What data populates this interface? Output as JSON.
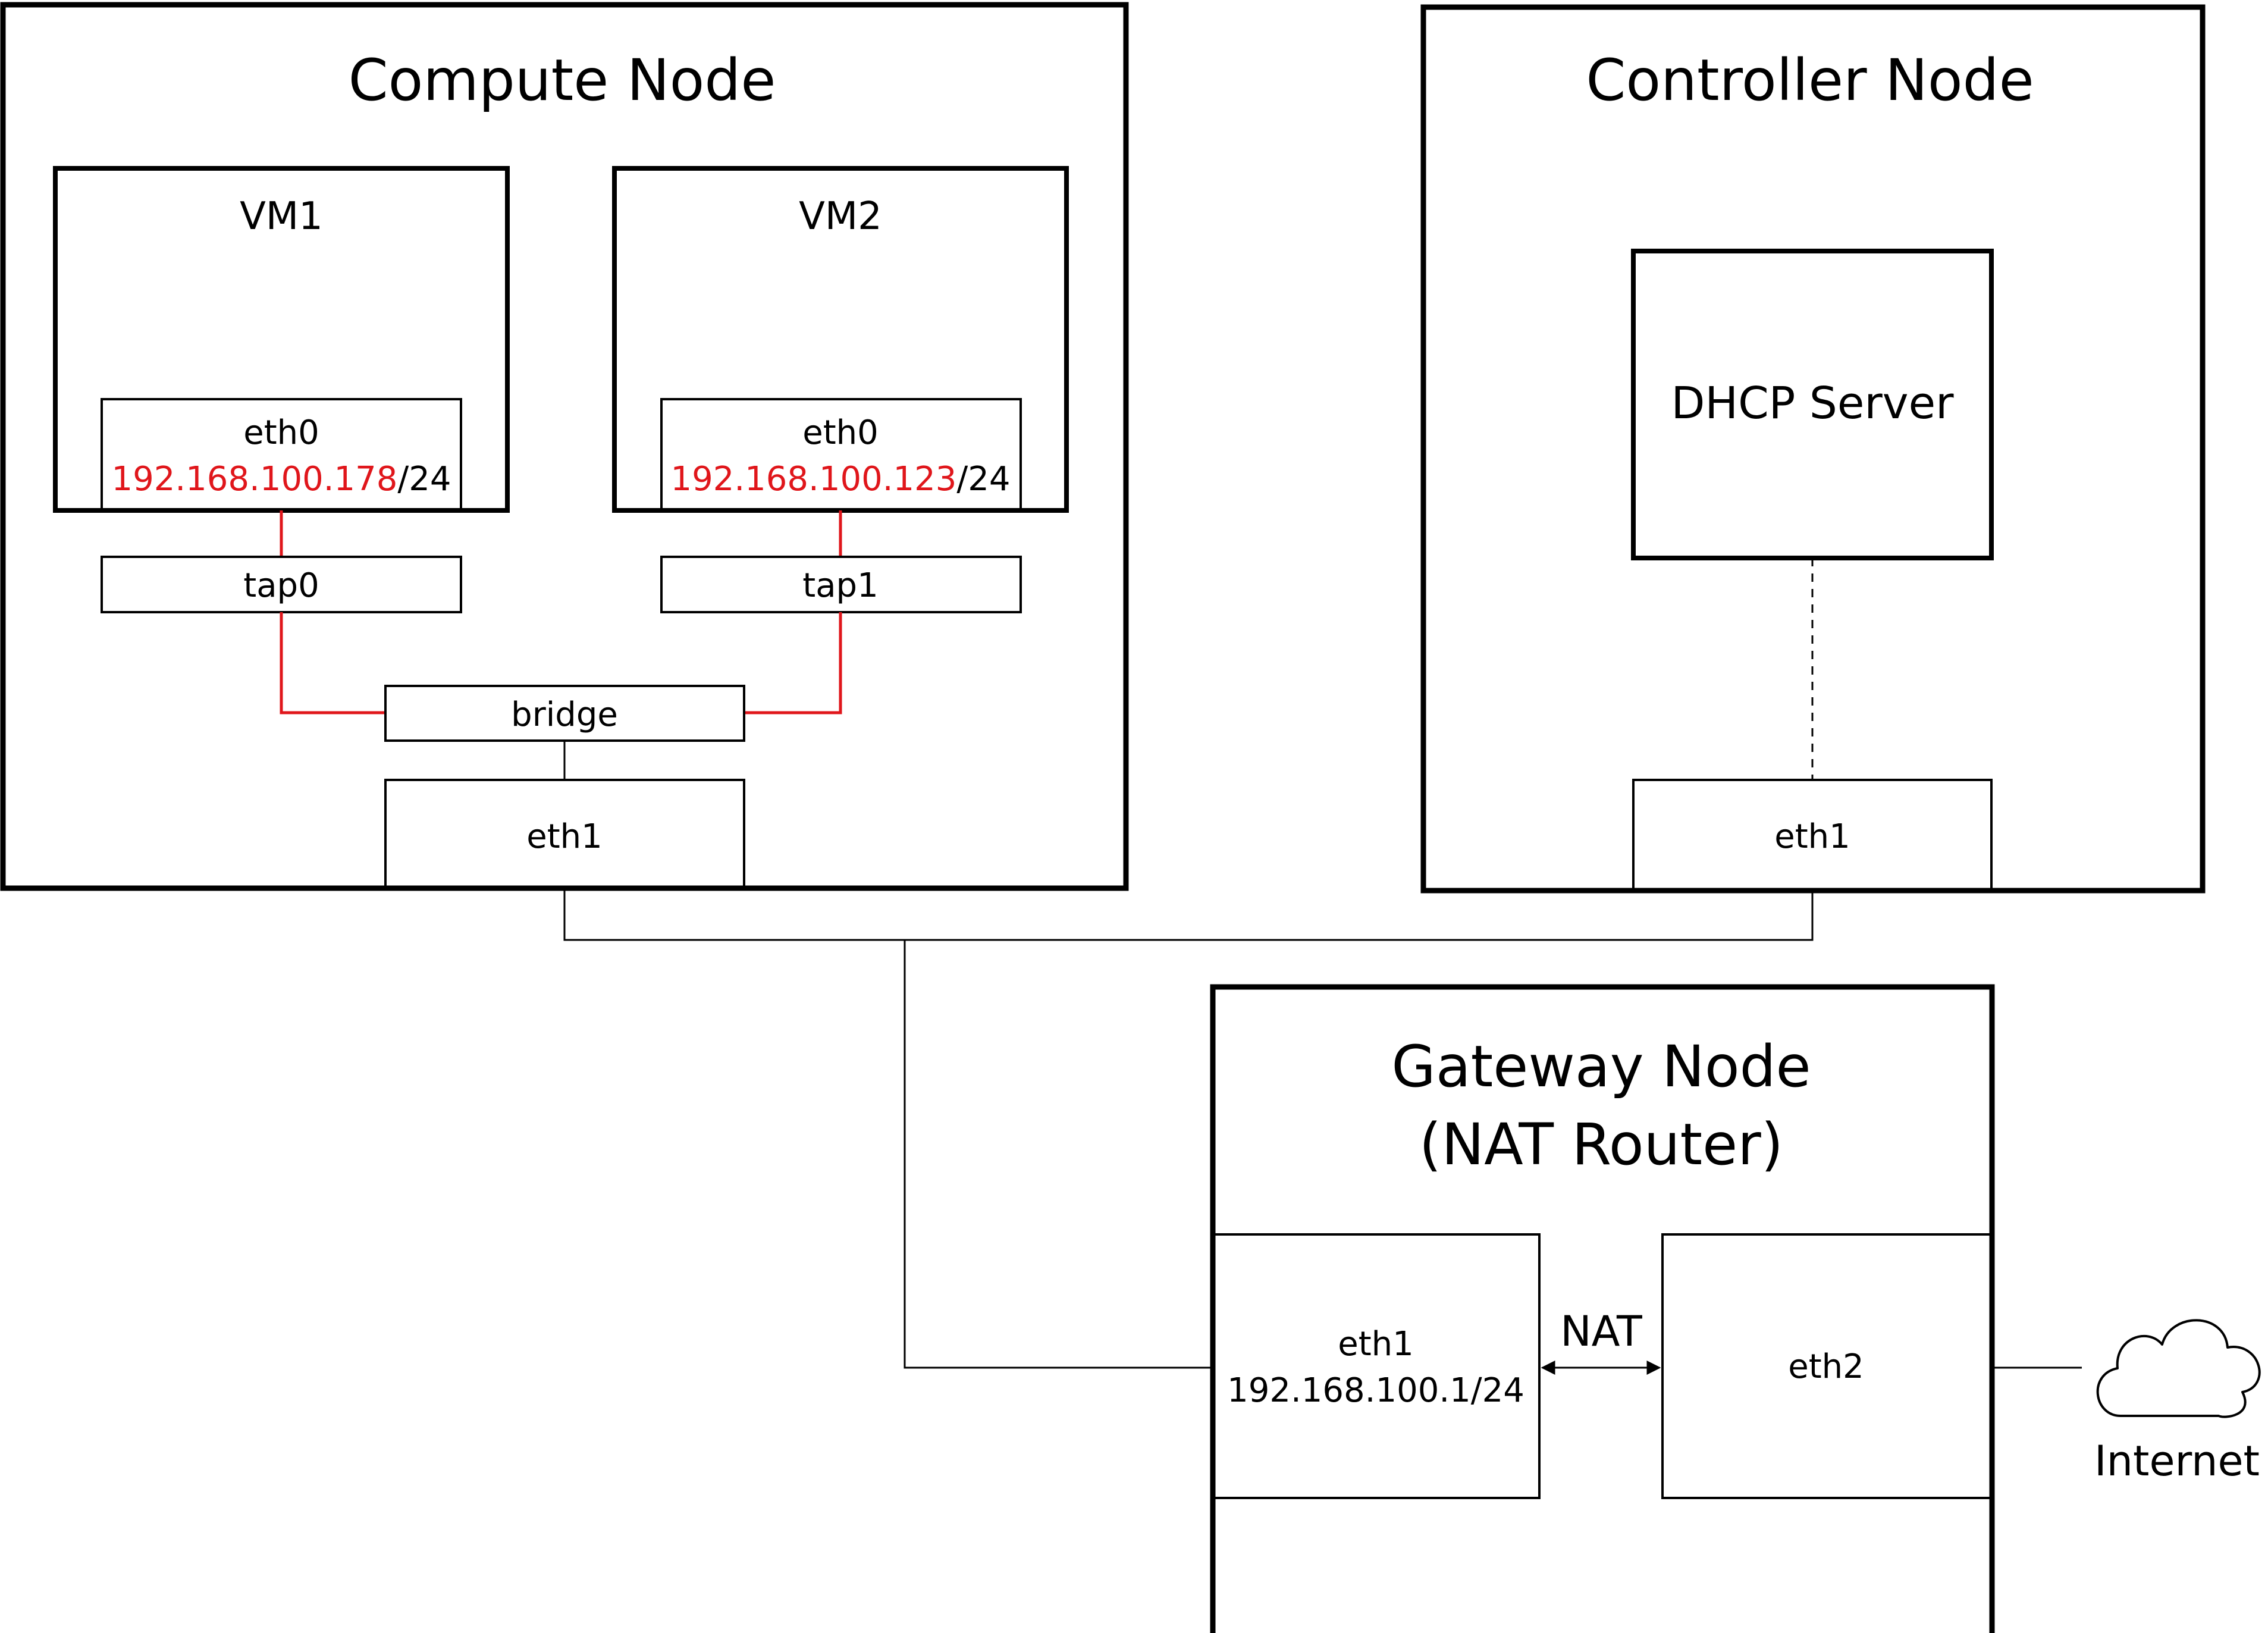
{
  "colors": {
    "stroke": "#000000",
    "highlight": "#e0161b",
    "background": "#ffffff"
  },
  "compute_node": {
    "title": "Compute Node",
    "vm1": {
      "title": "VM1",
      "iface": "eth0",
      "ip": "192.168.100.178",
      "mask": "/24"
    },
    "vm2": {
      "title": "VM2",
      "iface": "eth0",
      "ip": "192.168.100.123",
      "mask": "/24"
    },
    "tap0": "tap0",
    "tap1": "tap1",
    "bridge": "bridge",
    "eth1": "eth1"
  },
  "controller_node": {
    "title": "Controller Node",
    "dhcp": "DHCP Server",
    "eth1": "eth1"
  },
  "gateway_node": {
    "title": "Gateway Node",
    "subtitle": "(NAT Router)",
    "eth1": "eth1",
    "eth1_ip": "192.168.100.1/24",
    "nat": "NAT",
    "eth2": "eth2"
  },
  "internet": {
    "label": "Internet",
    "icon": "cloud-icon"
  }
}
